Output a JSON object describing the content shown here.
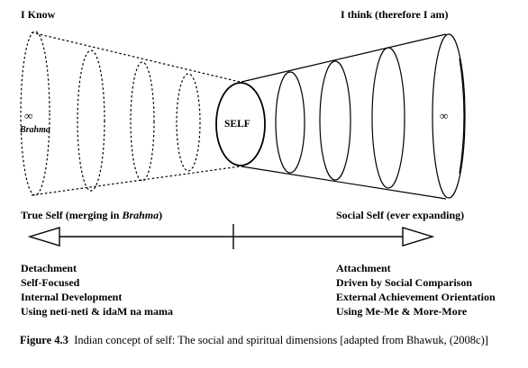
{
  "diagram": {
    "left_title": "I Know",
    "right_title": "I think (therefore I am)",
    "center_label": "SELF",
    "left_infinity": "∞",
    "left_brahma": "Brahma",
    "right_infinity": "∞",
    "left_axis_label": {
      "prefix": "True Self (merging in ",
      "italic": "Brahma",
      "suffix": ")"
    },
    "right_axis_label": "Social Self (ever expanding)",
    "left_list": [
      "Detachment",
      "Self-Focused",
      "Internal Development",
      "Using neti-neti & idaM na mama"
    ],
    "right_list": [
      "Attachment",
      "Driven by Social Comparison",
      "External Achievement Orientation",
      "Using Me-Me & More-More"
    ]
  },
  "caption": {
    "label": "Figure 4.3",
    "text": "Indian concept of self: The social and spiritual dimensions [adapted from Bhawuk, (2008c)]"
  }
}
